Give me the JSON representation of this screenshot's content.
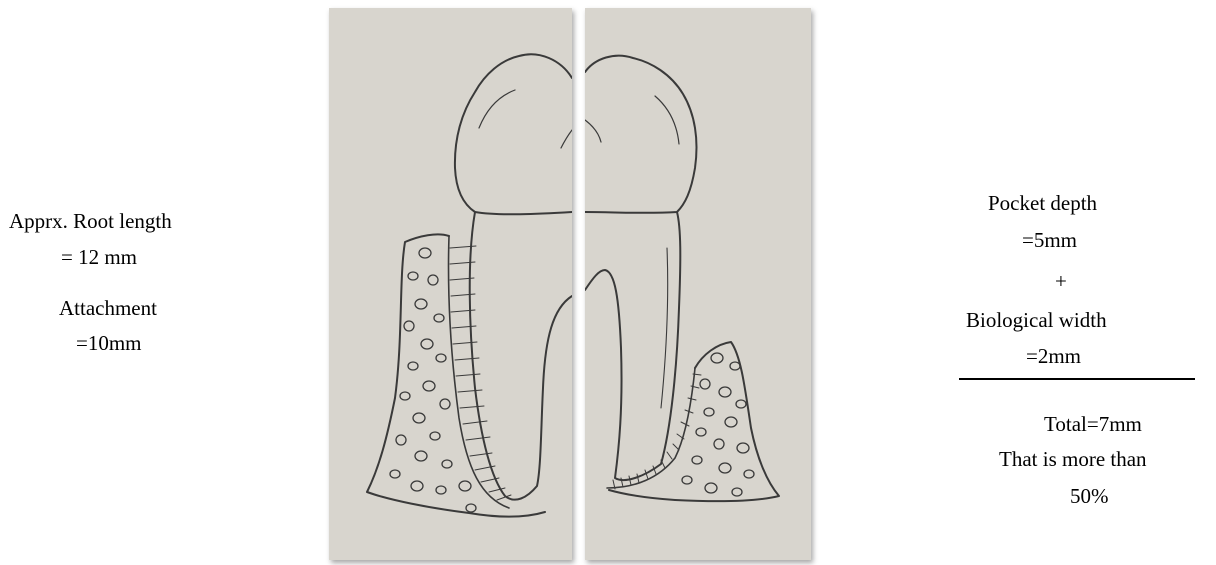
{
  "left_notes": {
    "root_length_label": "Apprx. Root length",
    "root_length_value": "= 12 mm",
    "attachment_label": "Attachment",
    "attachment_value": "=10mm"
  },
  "right_notes": {
    "pocket_depth_label": "Pocket depth",
    "pocket_depth_value": "=5mm",
    "plus_sign": "+",
    "biological_width_label": "Biological width",
    "biological_width_value": "=2mm",
    "total": "Total=7mm",
    "conclusion_line1": "That is more than",
    "conclusion_line2": "50%"
  },
  "colors": {
    "paper": "#d8d5ce",
    "pencil": "#3a3a3a",
    "ink": "#000000",
    "background": "#ffffff"
  }
}
